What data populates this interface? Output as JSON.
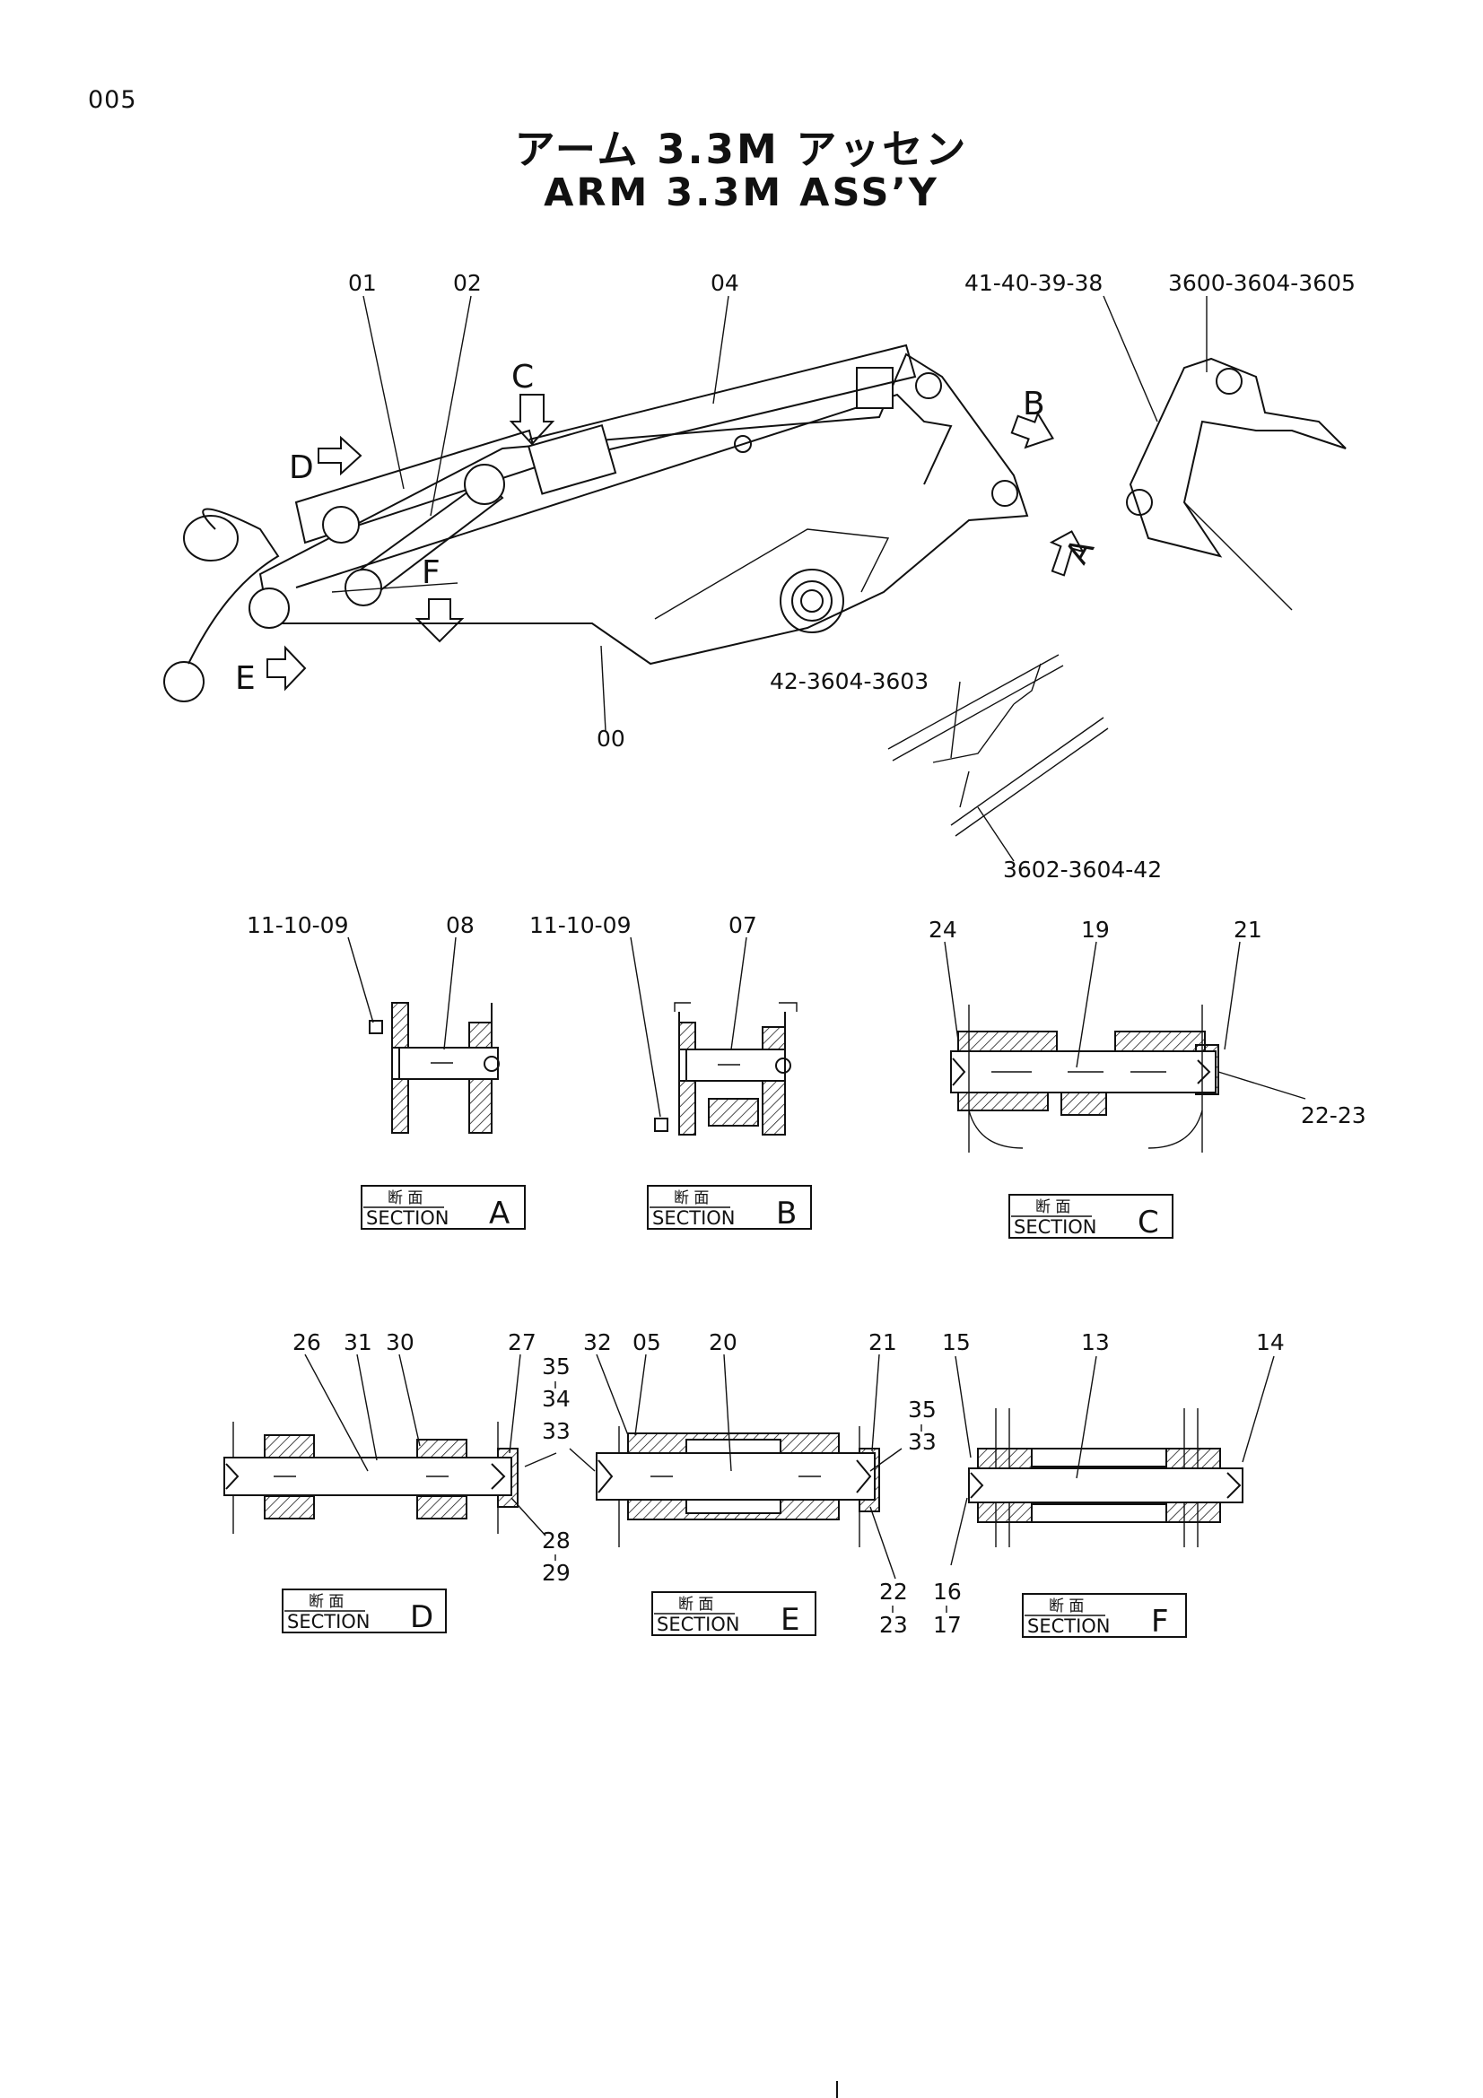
{
  "page_number": "005",
  "title_jp": "アーム 3.3M アッセン",
  "title_en": "ARM 3.3M ASS’Y",
  "main_view": {
    "part_labels": {
      "p01": "01",
      "p02": "02",
      "p04": "04",
      "p00": "00",
      "p41": "41-40-39-38",
      "p3600": "3600-3604-3605",
      "p42": "42-3604-3603",
      "p3602": "3602-3604-42"
    },
    "section_arrows": {
      "A": "A",
      "B": "B",
      "C": "C",
      "D": "D",
      "E": "E",
      "F": "F"
    }
  },
  "sections": {
    "A": {
      "label_jp": "断 面",
      "label_en": "SECTION",
      "letter": "A",
      "parts": [
        "11-10-09",
        "08"
      ]
    },
    "B": {
      "label_jp": "断 面",
      "label_en": "SECTION",
      "letter": "B",
      "parts": [
        "11-10-09",
        "07"
      ]
    },
    "C": {
      "label_jp": "断 面",
      "label_en": "SECTION",
      "letter": "C",
      "parts": [
        "24",
        "19",
        "21",
        "22-23"
      ]
    },
    "D": {
      "label_jp": "断 面",
      "label_en": "SECTION",
      "letter": "D",
      "parts": [
        "26",
        "31",
        "30",
        "27",
        "35",
        "34",
        "33",
        "28",
        "29"
      ]
    },
    "E": {
      "label_jp": "断 面",
      "label_en": "SECTION",
      "letter": "E",
      "parts": [
        "32",
        "05",
        "20",
        "21",
        "35",
        "33",
        "22",
        "23"
      ]
    },
    "F": {
      "label_jp": "断 面",
      "label_en": "SECTION",
      "letter": "F",
      "parts": [
        "15",
        "13",
        "14",
        "16",
        "17"
      ]
    }
  }
}
